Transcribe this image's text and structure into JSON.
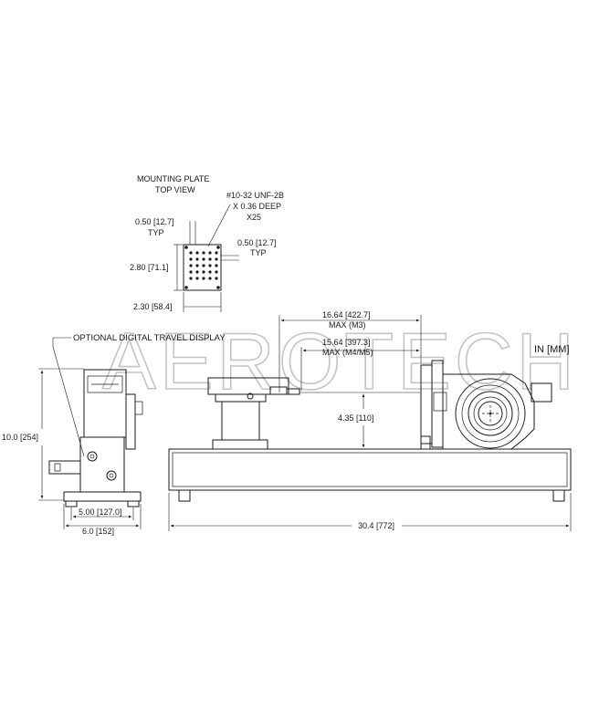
{
  "units": "IN [MM]",
  "watermark": "AEROTECH",
  "mounting_plate": {
    "title_line1": "MOUNTING PLATE",
    "title_line2": "TOP VIEW",
    "thread_line1": "#10-32 UNF-2B",
    "thread_line2": "X 0.36 DEEP",
    "thread_line3": "X25",
    "pitch_left": "0.50 [12.7]",
    "pitch_left_typ": "TYP",
    "pitch_right": "0.50 [12.7]",
    "pitch_right_typ": "TYP",
    "height": "2.80 [71.1]",
    "width": "2.30 [58.4]"
  },
  "side_view": {
    "display_label": "OPTIONAL DIGITAL TRAVEL DISPLAY",
    "height": "10.0 [254]",
    "inner_width": "5.00 [127.0]",
    "outer_width": "6.0 [152]"
  },
  "front_view": {
    "max_m3": "16.64 [422.7]",
    "max_m3_label": "MAX (M3)",
    "max_m4m5": "15.64 [397.3]",
    "max_m4m5_label": "MAX (M4/M5)",
    "center_height": "4.35 [110]",
    "length": "30.4 [772]"
  }
}
